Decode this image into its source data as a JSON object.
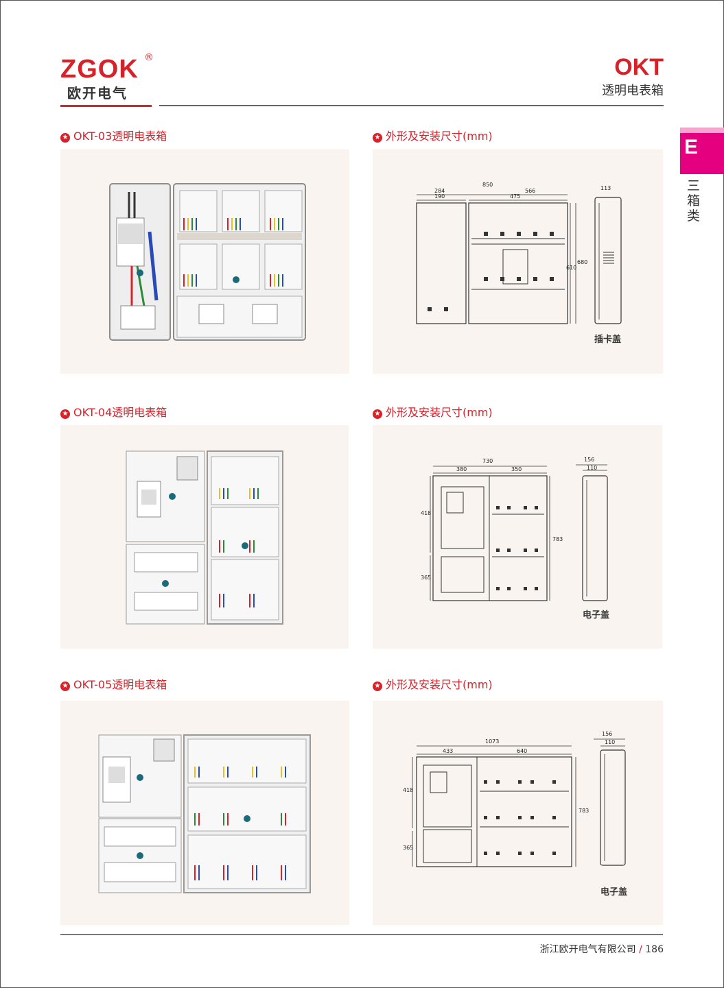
{
  "brand": {
    "logo_text": "ZGOK",
    "registered": "®",
    "logo_subtitle": "欧开电气"
  },
  "series": {
    "code": "OKT",
    "name": "透明电表箱"
  },
  "side_tab": {
    "letter": "E",
    "label": "三箱类",
    "tab_color": "#e5007f"
  },
  "accent_color": "#d8222a",
  "sections": [
    {
      "product_title": "OKT-03透明电表箱",
      "drawing_title": "外形及安装尺寸(mm)",
      "dims": {
        "total_w": "850",
        "left_a": "284",
        "left_b": "190",
        "right_a": "566",
        "right_b": "475",
        "depth": "113",
        "h1": "610",
        "h2": "680"
      },
      "cover_label": "插卡盖"
    },
    {
      "product_title": "OKT-04透明电表箱",
      "drawing_title": "外形及安装尺寸(mm)",
      "dims": {
        "total_w": "730",
        "left_w": "380",
        "right_w": "350",
        "depth_a": "156",
        "depth_b": "110",
        "h_top": "418",
        "h_bot": "365",
        "h_total": "783"
      },
      "cover_label": "电子盖"
    },
    {
      "product_title": "OKT-05透明电表箱",
      "drawing_title": "外形及安装尺寸(mm)",
      "dims": {
        "total_w": "1073",
        "left_w": "433",
        "right_w": "640",
        "depth_a": "156",
        "depth_b": "110",
        "h_top": "418",
        "h_bot": "365",
        "h_total": "783"
      },
      "cover_label": "电子盖"
    }
  ],
  "footer": {
    "company": "浙江欧开电气有限公司",
    "separator": "/",
    "page": "186"
  }
}
